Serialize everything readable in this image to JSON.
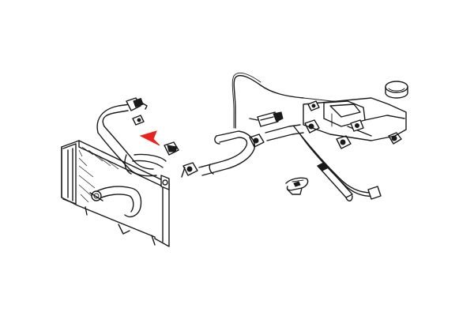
{
  "diagram": {
    "parts": [
      {
        "name": "radiator"
      },
      {
        "name": "radiator-upper-hose"
      },
      {
        "name": "radiator-lower-hose"
      },
      {
        "name": "bypass-hose"
      },
      {
        "name": "engine-to-radiator-hose"
      },
      {
        "name": "expansion-tank"
      },
      {
        "name": "expansion-tank-cap"
      },
      {
        "name": "overflow-hose"
      },
      {
        "name": "tank-drain-hose"
      },
      {
        "name": "hose-clamps"
      },
      {
        "name": "temperature-sensor"
      },
      {
        "name": "hose-bracket-clip"
      },
      {
        "name": "capillary-line"
      }
    ],
    "highlight": {
      "part": "radiator-upper-hose",
      "color": "#e8231f"
    }
  }
}
